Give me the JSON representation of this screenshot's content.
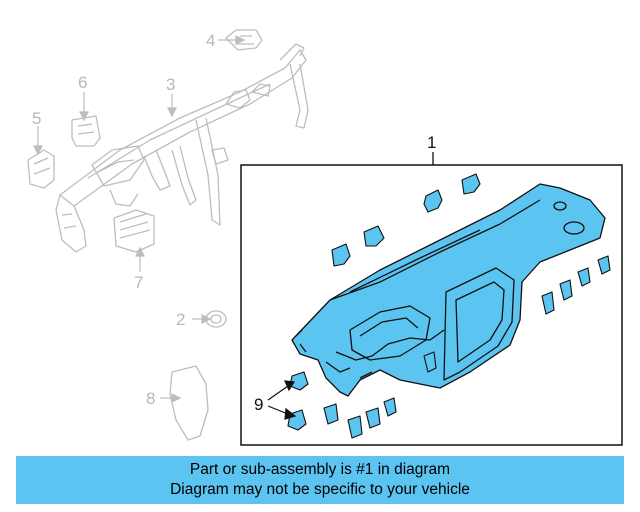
{
  "diagram": {
    "callouts": {
      "c1": "1",
      "c2": "2",
      "c3": "3",
      "c4": "4",
      "c5": "5",
      "c6": "6",
      "c7": "7",
      "c8": "8",
      "c9": "9"
    }
  },
  "banner": {
    "line1": "Part or sub-assembly is #1 in diagram",
    "line2": "Diagram may not be specific to your vehicle",
    "color": "#5cc4f0"
  },
  "colors": {
    "highlight_fill": "#5cc4f0",
    "faded_line": "#bdbdbd",
    "outline": "#111111"
  }
}
